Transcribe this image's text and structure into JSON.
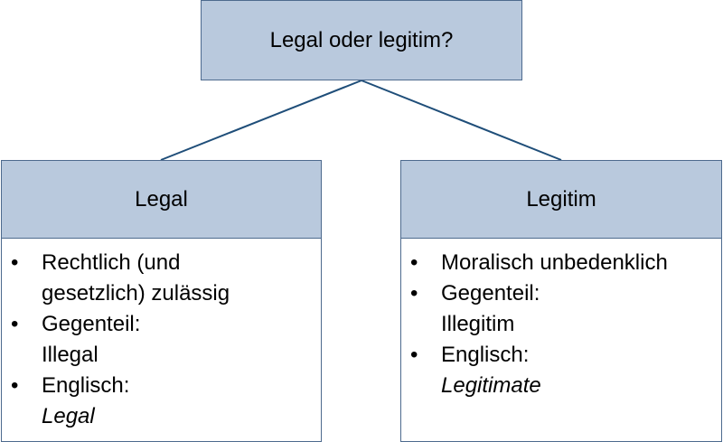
{
  "root": {
    "title": "Legal oder legitim?"
  },
  "left": {
    "heading": "Legal",
    "items": [
      {
        "lines": [
          "Rechtlich (und",
          "gesetzlich) zulässig"
        ]
      },
      {
        "lines": [
          "Gegenteil:",
          "Illegal"
        ]
      },
      {
        "lines": [
          "Englisch:"
        ],
        "italic_line": "Legal"
      }
    ]
  },
  "right": {
    "heading": "Legitim",
    "items": [
      {
        "lines": [
          "Moralisch unbedenklich"
        ]
      },
      {
        "lines": [
          "Gegenteil:",
          "Illegitim"
        ]
      },
      {
        "lines": [
          "Englisch:"
        ],
        "italic_line": "Legitimate"
      }
    ]
  },
  "bullet_glyph": "•",
  "colors": {
    "box_fill": "#b9c9dd",
    "box_border": "#4d6a8e",
    "connector": "#1f4e79"
  }
}
